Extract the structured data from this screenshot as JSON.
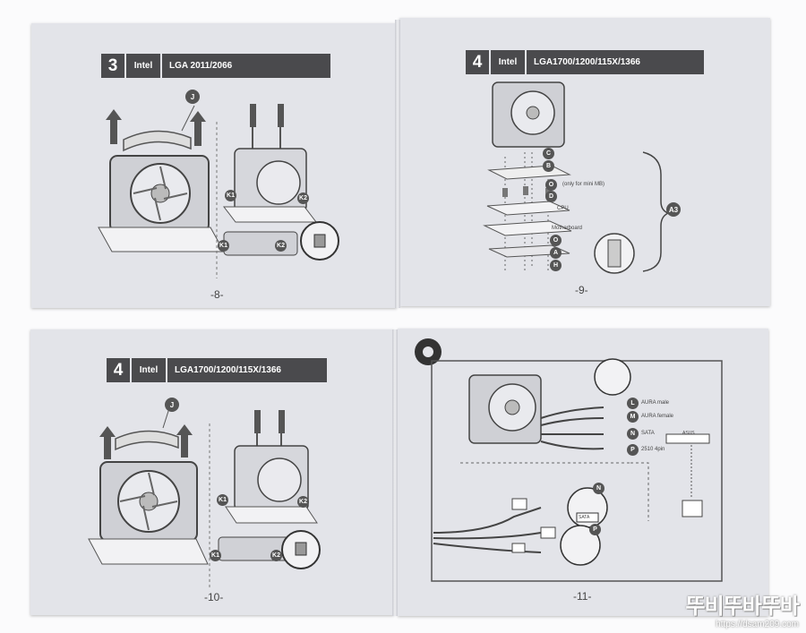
{
  "pages": [
    {
      "step": "3",
      "brand": "Intel",
      "socket": "LGA 2011/2066",
      "callouts": [
        "J",
        "K1",
        "K2",
        "K1",
        "K2"
      ],
      "page_number": "-8-"
    },
    {
      "step": "4",
      "brand": "Intel",
      "socket": "LGA1700/1200/115X/1366",
      "callouts": [
        "C",
        "B",
        "O",
        "D",
        "O",
        "A",
        "H",
        "A3"
      ],
      "labels": [
        "(only for mini MB)",
        "CPU",
        "Motherboard"
      ],
      "page_number": "-9-"
    },
    {
      "step": "4",
      "brand": "Intel",
      "socket": "LGA1700/1200/115X/1366",
      "callouts": [
        "J",
        "K1",
        "K2",
        "K1",
        "K2"
      ],
      "page_number": "-10-"
    },
    {
      "callouts": [
        "L",
        "M",
        "N",
        "P",
        "N",
        "P"
      ],
      "labels": [
        "AURA male",
        "AURA female",
        "SATA",
        "2510 4pin",
        "ASUS",
        "SATA"
      ],
      "page_number": "-11-"
    }
  ],
  "watermark": {
    "logo": "뚜비뚜바뚜바",
    "url": "https://dsam209.com"
  }
}
